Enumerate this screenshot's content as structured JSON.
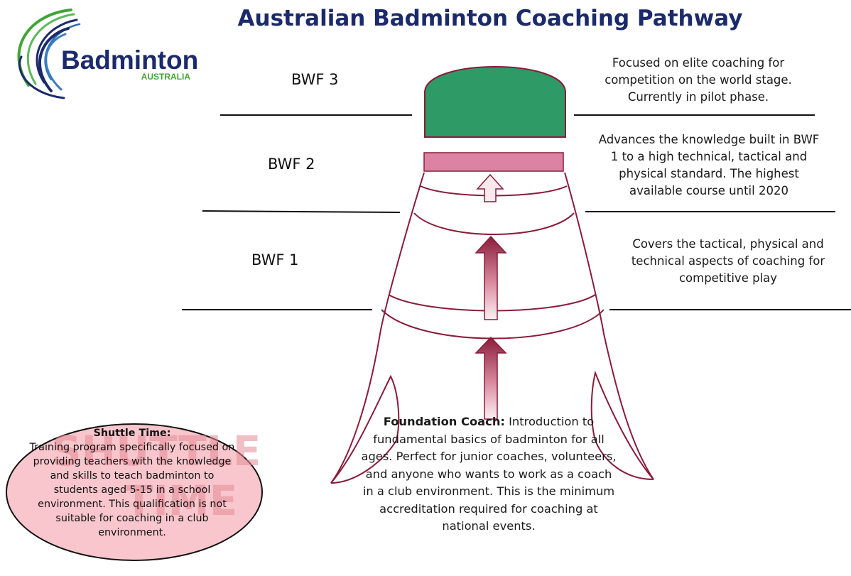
{
  "title": "Australian Badminton Coaching Pathway",
  "logo": {
    "name": "Badminton",
    "subtitle": "AUSTRALIA"
  },
  "levels": [
    {
      "label": "BWF 3",
      "description": "Focused on elite coaching for competition on the world stage. Currently in pilot phase."
    },
    {
      "label": "BWF 2",
      "description": "Advances the knowledge built in BWF 1 to a high technical, tactical and physical standard. The highest available course until 2020"
    },
    {
      "label": "BWF 1",
      "description": "Covers the tactical, physical and technical aspects of coaching for competitive play"
    }
  ],
  "foundation": {
    "label": "Foundation Coach:",
    "description": "Introduction to fundamental basics of badminton for all ages. Perfect for junior coaches, volunteers, and anyone who wants to work as a coach in a club environment. This is the minimum accreditation required for coaching at national events."
  },
  "shuttle_time": {
    "label": "Shuttle Time:",
    "description": "Training program specifically focused on providing teachers with the knowledge and skills to teach badminton to students aged 5-15 in a school environment. This qualification is not suitable for coaching in a club environment.",
    "watermark": [
      "SHUTTLE",
      "TIME"
    ]
  },
  "colors": {
    "title": "#1b2a6b",
    "cork": "#2e9a66",
    "band": "#dc83a3",
    "outline": "#8a1c3a",
    "arrow_dark": "#8a1c3a",
    "arrow_light": "#fbe9ee",
    "ellipse_fill": "#f8c6cc",
    "logo_blue": "#1b2a6b",
    "logo_green": "#3fa535"
  }
}
